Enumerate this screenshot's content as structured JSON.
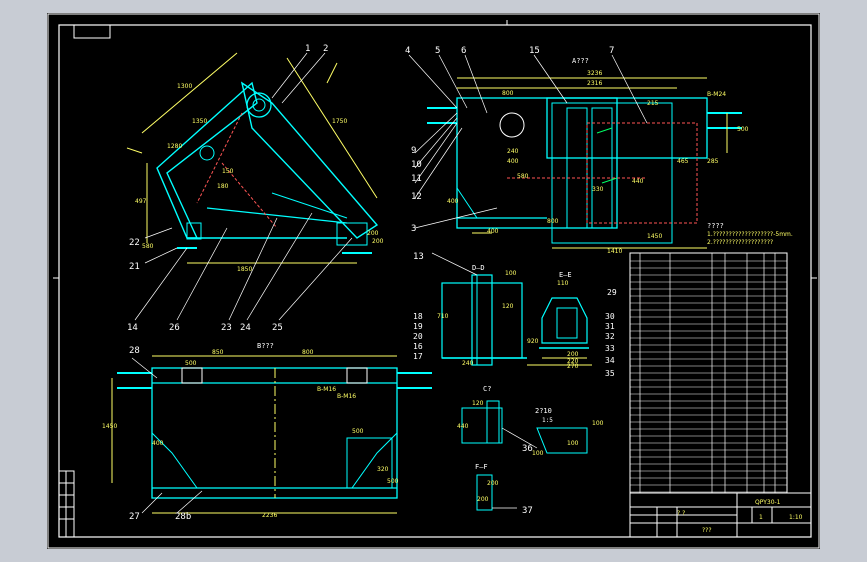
{
  "colors": {
    "frame": "#ffffff",
    "outline": "#00ffff",
    "dimension": "#ffff66",
    "hidden": "#ff5555",
    "green": "#00ff66",
    "background": "#000000"
  },
  "views": {
    "upper_right_title": "A???",
    "bottom_left_title": "B???",
    "c_view_title": "C?",
    "d_section": "D—D",
    "e_section": "E—E",
    "f_section": "F—F",
    "small_part_title": "2?10",
    "scale_note": "1:5"
  },
  "part_numbers": {
    "top_left": [
      "1",
      "2",
      "22",
      "21",
      "14",
      "26",
      "23",
      "24",
      "25",
      "28",
      "27",
      "28b"
    ],
    "top_right": [
      "4",
      "5",
      "6",
      "15",
      "7",
      "9",
      "10",
      "11",
      "12",
      "3",
      "13"
    ],
    "right_side": [
      "29",
      "30",
      "31",
      "32",
      "33",
      "34",
      "35",
      "18",
      "19",
      "20",
      "16",
      "17"
    ],
    "detail": [
      "36",
      "37"
    ]
  },
  "dimensions": {
    "top_right": [
      "3236",
      "2316",
      "800",
      "400",
      "215",
      "B-M24",
      "240",
      "500",
      "400",
      "580",
      "440",
      "330",
      "285",
      "1410",
      "400",
      "800",
      "1450",
      "465"
    ],
    "top_left": [
      "1300",
      "1750",
      "1350",
      "150",
      "497",
      "580",
      "200",
      "1850",
      "180",
      "200",
      "1280"
    ],
    "bottom": [
      "850",
      "800",
      "1450",
      "500",
      "2236",
      "400",
      "500",
      "320",
      "500",
      "B-M16",
      "B-M16"
    ],
    "sections": [
      "100",
      "110",
      "710",
      "240",
      "200",
      "270",
      "220",
      "100",
      "200",
      "440",
      "120",
      "200",
      "100",
      "100",
      "920",
      "120"
    ]
  },
  "notes": {
    "title": "????",
    "line1": "1.???????????????????-5mm.",
    "line2": "2.???????????????????"
  },
  "title_block": {
    "drawing_number": "QPY30-1",
    "name_cell": "? ?",
    "bottom_cell": "???",
    "scale": "1:10",
    "sheet": "1"
  }
}
